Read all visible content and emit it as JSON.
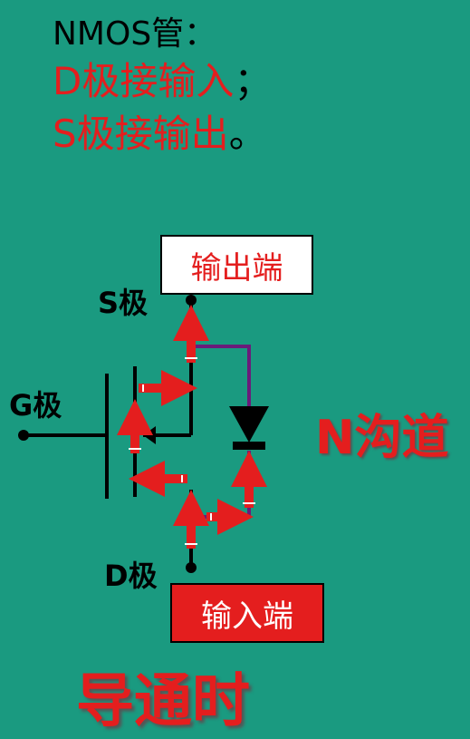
{
  "header": {
    "title": "NMOS管：",
    "line1": {
      "prefix": "D",
      "text": "极接输入",
      "punct": "；"
    },
    "line2": {
      "prefix": "S",
      "text": "极接输出",
      "punct": "。"
    }
  },
  "terminals": {
    "source": "S极",
    "gate": "G极",
    "drain": "D极"
  },
  "boxes": {
    "output": "输出端",
    "input": "输入端"
  },
  "channel_label": "N沟道",
  "caption": "导通时",
  "colors": {
    "background": "#1a9a80",
    "red": "#e41e1e",
    "wire": "#000000",
    "channel_wire": "#6a1b7a"
  }
}
